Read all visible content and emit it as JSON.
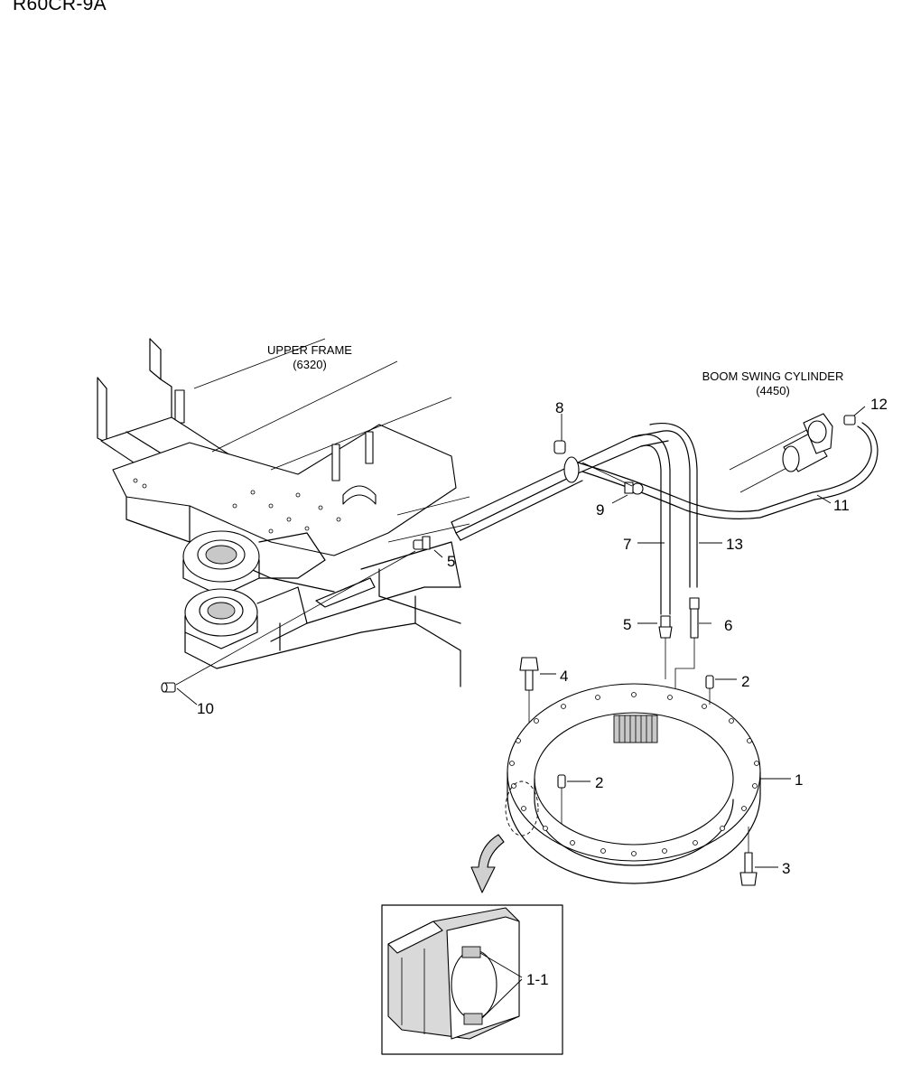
{
  "header": {
    "title": "R60CR-9A"
  },
  "captions": {
    "upper_frame": {
      "line1": "UPPER FRAME",
      "line2": "(6320)"
    },
    "boom_swing_cylinder": {
      "line1": "BOOM SWING CYLINDER",
      "line2": "(4450)"
    }
  },
  "callouts": {
    "c1": "1",
    "c1_1": "1-1",
    "c2_top": "2",
    "c2_mid": "2",
    "c3": "3",
    "c4": "4",
    "c5_frame": "5",
    "c5_hose": "5",
    "c6": "6",
    "c7": "7",
    "c8": "8",
    "c9": "9",
    "c10": "10",
    "c11": "11",
    "c12": "12",
    "c13": "13"
  }
}
